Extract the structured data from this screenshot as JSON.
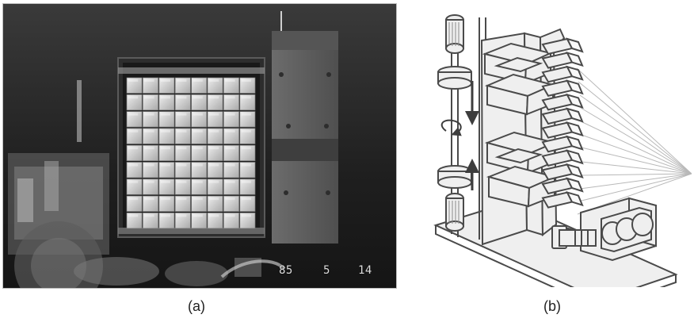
{
  "panels": {
    "a": {
      "caption": "(a)",
      "overlay_numbers": [
        "85",
        "5",
        "14"
      ]
    },
    "b": {
      "caption": "(b)"
    }
  },
  "colors": {
    "photo_background": "#2a2a2a",
    "panel_glow": "#d9d9d9",
    "diagram_ink": "#4a4a4a",
    "diagram_fill": "#efefef",
    "caption_text": "#222222"
  },
  "icons": {
    "rotation_arrow": "curved-arrow-icon",
    "vertical_arrow": "vertical-arrow-icon",
    "motor": "motor-icon"
  }
}
